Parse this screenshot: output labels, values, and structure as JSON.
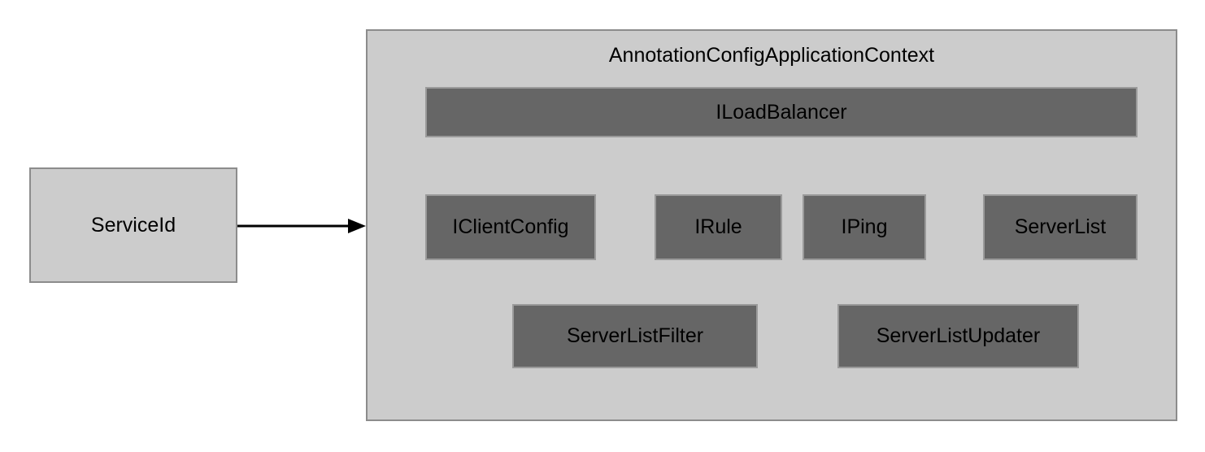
{
  "diagram": {
    "background_color": "#ffffff",
    "source_node": {
      "label": "ServiceId",
      "fill_color": "#cccccc",
      "border_color": "#8c8c8c"
    },
    "connector": {
      "name": "serviceid-to-context-arrow",
      "direction": "right",
      "color": "#000000"
    },
    "container": {
      "title": "AnnotationConfigApplicationContext",
      "fill_color": "#cccccc",
      "border_color": "#8c8c8c",
      "component_fill_color": "#666666",
      "component_border_color": "#9a9a9a",
      "components": [
        {
          "id": "loadbalancer",
          "label": "ILoadBalancer"
        },
        {
          "id": "clientconfig",
          "label": "IClientConfig"
        },
        {
          "id": "rule",
          "label": "IRule"
        },
        {
          "id": "ping",
          "label": "IPing"
        },
        {
          "id": "serverlist",
          "label": "ServerList"
        },
        {
          "id": "serverlistfilter",
          "label": "ServerListFilter"
        },
        {
          "id": "serverlistupdater",
          "label": "ServerListUpdater"
        }
      ]
    }
  }
}
